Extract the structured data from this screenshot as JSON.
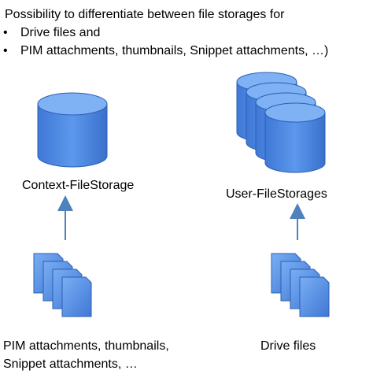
{
  "intro": {
    "heading": "Possibility to differentiate between file storages for",
    "bullet_symbol": "•",
    "bullets": [
      "Drive files and",
      "PIM attachments, thumbnails, Snippet attachments, …)"
    ]
  },
  "diagram": {
    "left": {
      "storage_label": "Context-FileStorage",
      "files_label_line1": "PIM attachments, thumbnails,",
      "files_label_line2": "Snippet attachments, …"
    },
    "right": {
      "storage_label": "User-FileStorages",
      "files_label": "Drive files"
    },
    "colors": {
      "cylinder_fill": "#4a86e0",
      "cylinder_top": "#7fb1f5",
      "document_fill": "#5e97e8",
      "outline": "#2b5fb3",
      "arrow": "#4f81bd"
    }
  }
}
